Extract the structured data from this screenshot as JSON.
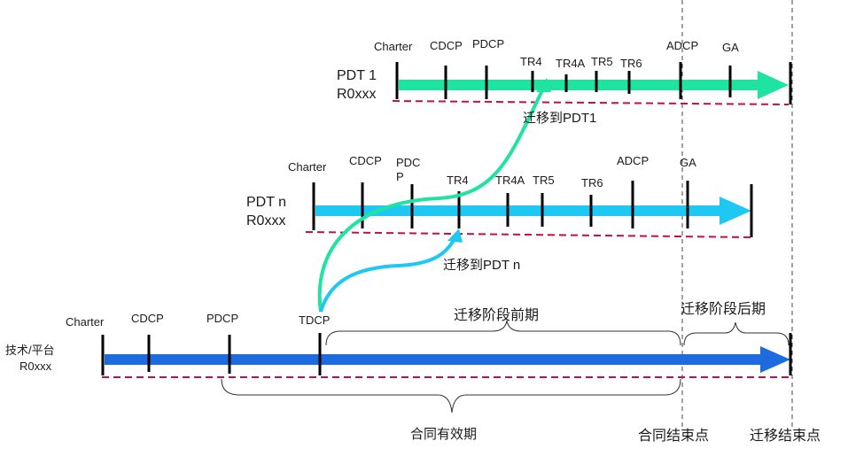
{
  "pdt1": {
    "name": "PDT 1",
    "version": "R0xxx",
    "milestones": [
      "Charter",
      "CDCP",
      "PDCP",
      "TR4",
      "TR4A",
      "TR5",
      "TR6",
      "ADCP",
      "GA"
    ],
    "colors": {
      "arrow": "#1fe3a0"
    }
  },
  "pdtn": {
    "name": "PDT n",
    "version": "R0xxx",
    "milestones": [
      "Charter",
      "CDCP",
      "PDC",
      "P",
      "TR4",
      "TR4A",
      "TR5",
      "TR6",
      "ADCP",
      "GA"
    ],
    "colors": {
      "arrow": "#1ec8f2"
    }
  },
  "platform": {
    "name": "技术/平台",
    "version": "R0xxx",
    "milestones": [
      "Charter",
      "CDCP",
      "PDCP",
      "TDCP"
    ],
    "colors": {
      "arrow": "#1e6be0"
    }
  },
  "annotations": {
    "migrate_pdt1": "迁移到PDT1",
    "migrate_pdtn": "迁移到PDT n",
    "early_phase": "迁移阶段前期",
    "late_phase": "迁移阶段后期",
    "contract_valid": "合同有效期",
    "contract_end": "合同结束点",
    "migration_end": "迁移结束点"
  },
  "colors": {
    "dash": "#c0104a",
    "tick": "#000000",
    "guide": "#444444"
  }
}
